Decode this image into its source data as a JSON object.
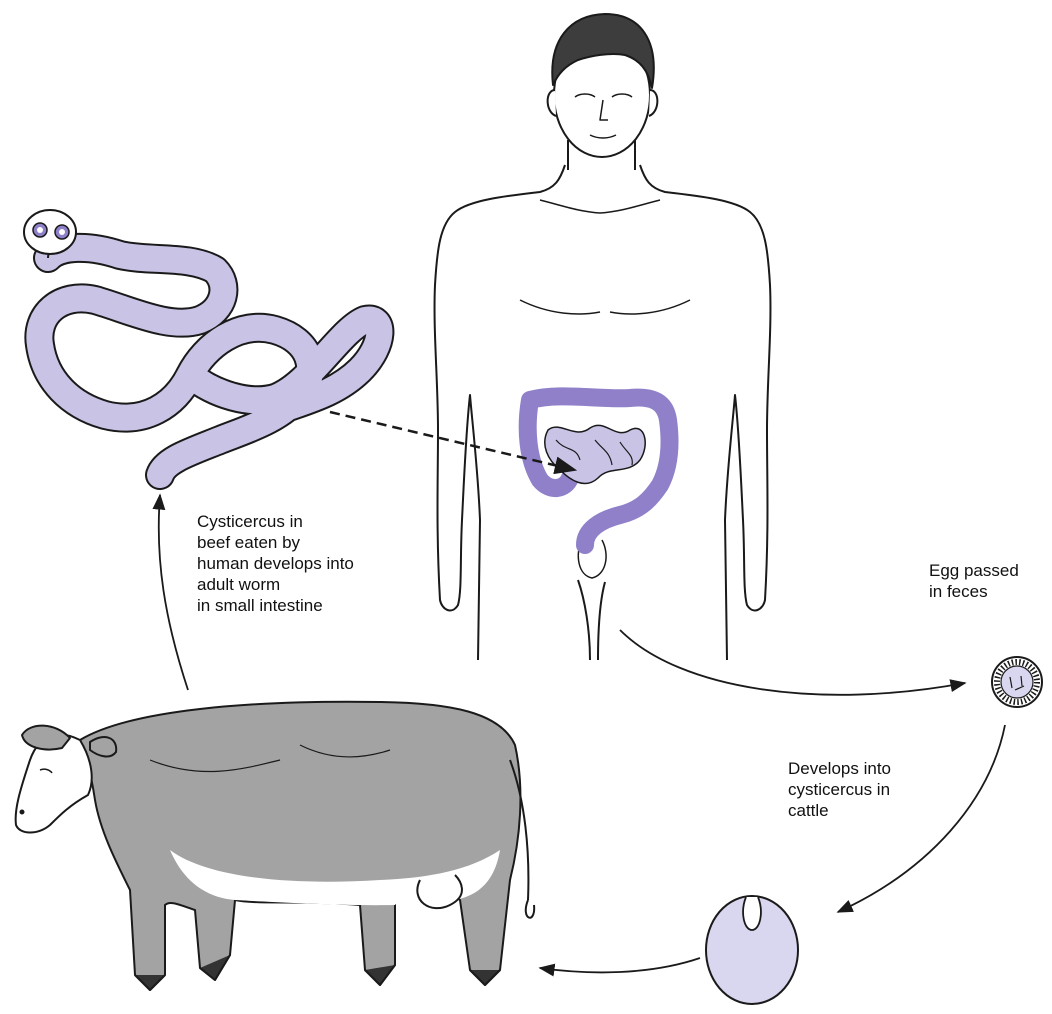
{
  "labels": {
    "adult_worm_stage": "Cysticercus in\nbeef eaten by\nhuman develops into\nadult worm\nin small intestine",
    "egg_stage": "Egg passed\nin feces",
    "cysticercus_stage": "Develops into\ncysticercus in\ncattle"
  },
  "colors": {
    "worm": "#c9c3e6",
    "intestine": "#8f80c9",
    "cow_body": "#a3a3a3",
    "cyst": "#d9d6f0",
    "line": "#1a1a1a"
  }
}
